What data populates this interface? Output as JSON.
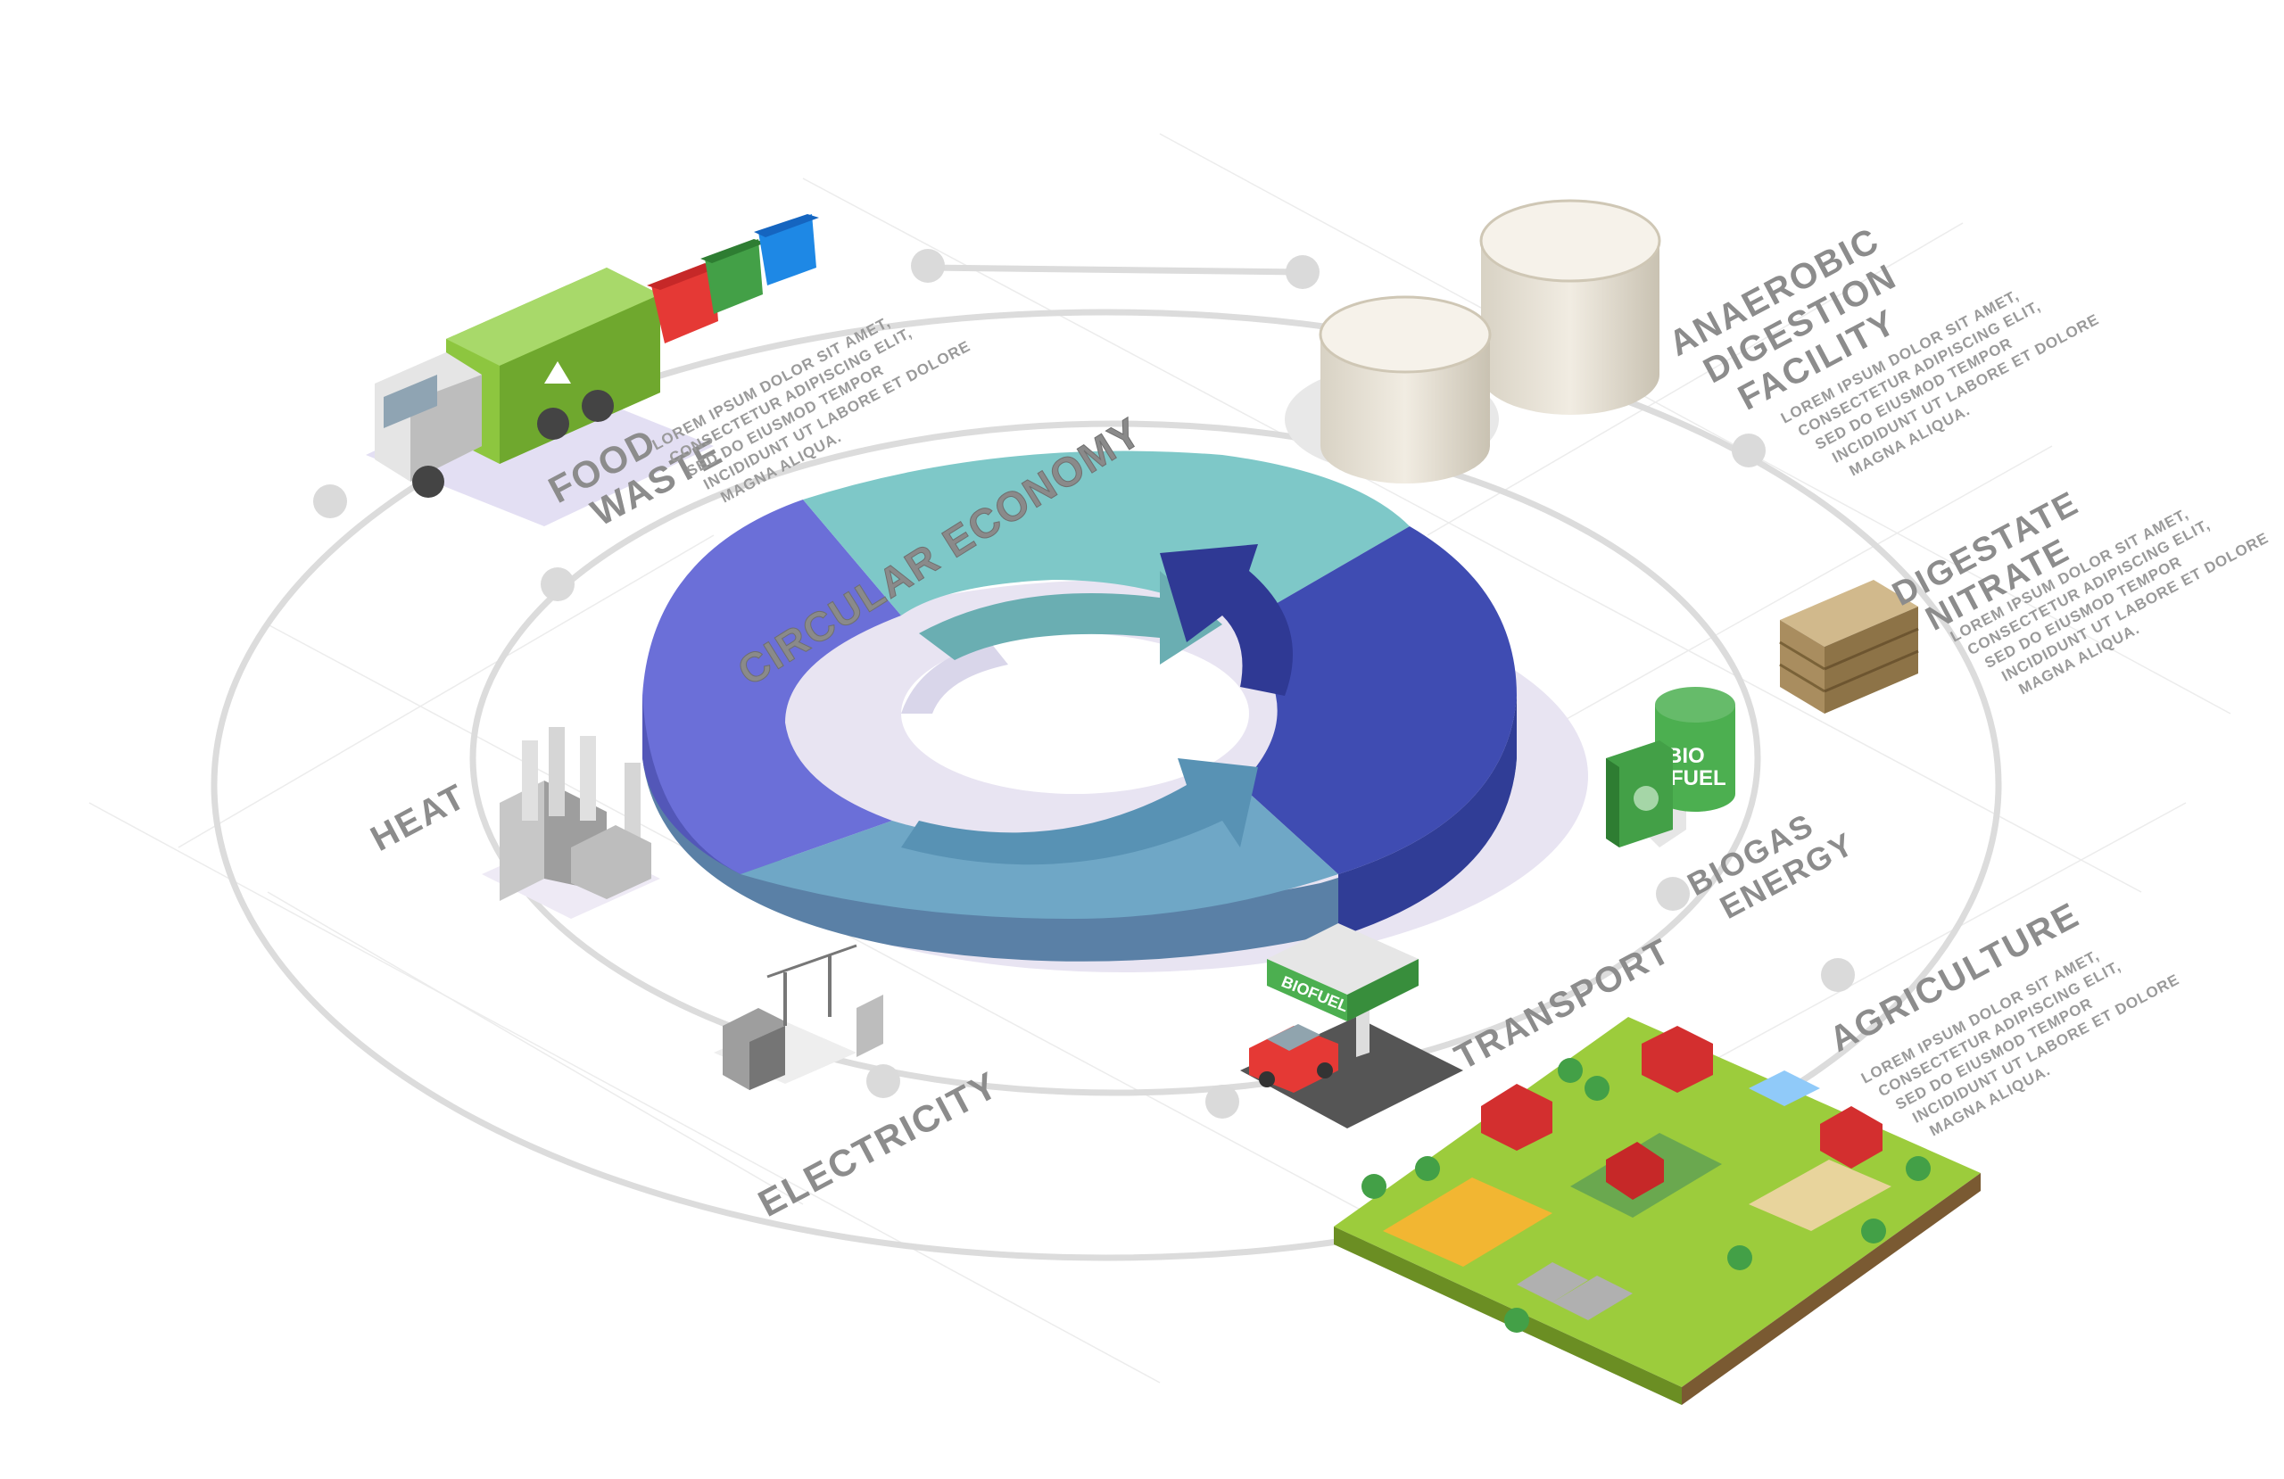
{
  "title": "CIRCULAR ECONOMY",
  "labels": {
    "food_waste": [
      "FOOD",
      "WASTE"
    ],
    "anaerobic": [
      "ANAEROBIC",
      "DIGESTION",
      "FACILITY"
    ],
    "digestate": [
      "DIGESTATE",
      "NITRATE"
    ],
    "biogas": [
      "BIOGAS",
      "ENERGY"
    ],
    "agriculture": "AGRICULTURE",
    "transport": "TRANSPORT",
    "electricity": "ELECTRICITY",
    "heat": "HEAT"
  },
  "lorem_lines": [
    "LOREM IPSUM DOLOR SIT AMET,",
    "CONSECTETUR ADIPISCING ELIT,",
    "SED DO EIUSMOD TEMPOR",
    "INCIDIDUNT UT LABORE ET DOLORE",
    "MAGNA ALIQUA."
  ],
  "barrel_text": [
    "BIO",
    "FUEL"
  ],
  "station_sign": "BIOFUEL",
  "colors": {
    "teal": "#7ec8c8",
    "teal_dark": "#5fa9ad",
    "indigo": "#6a6fd6",
    "indigo_dark": "#4f55b8",
    "navy": "#3e4bb0",
    "navy_dark": "#2f3994",
    "steel": "#6fa6c4",
    "steel_dark": "#5288a6",
    "label_gray": "#8c8c8c",
    "track_gray": "#dcdcdc"
  },
  "icons": [
    "garbage-truck-icon",
    "recycle-bins-icon",
    "storage-tanks-icon",
    "pallet-icon",
    "bio-fuel-barrel-icon",
    "fuel-station-icon",
    "car-icon",
    "farm-icon",
    "factory-icon",
    "power-substation-icon",
    "cycle-arrows-icon"
  ]
}
